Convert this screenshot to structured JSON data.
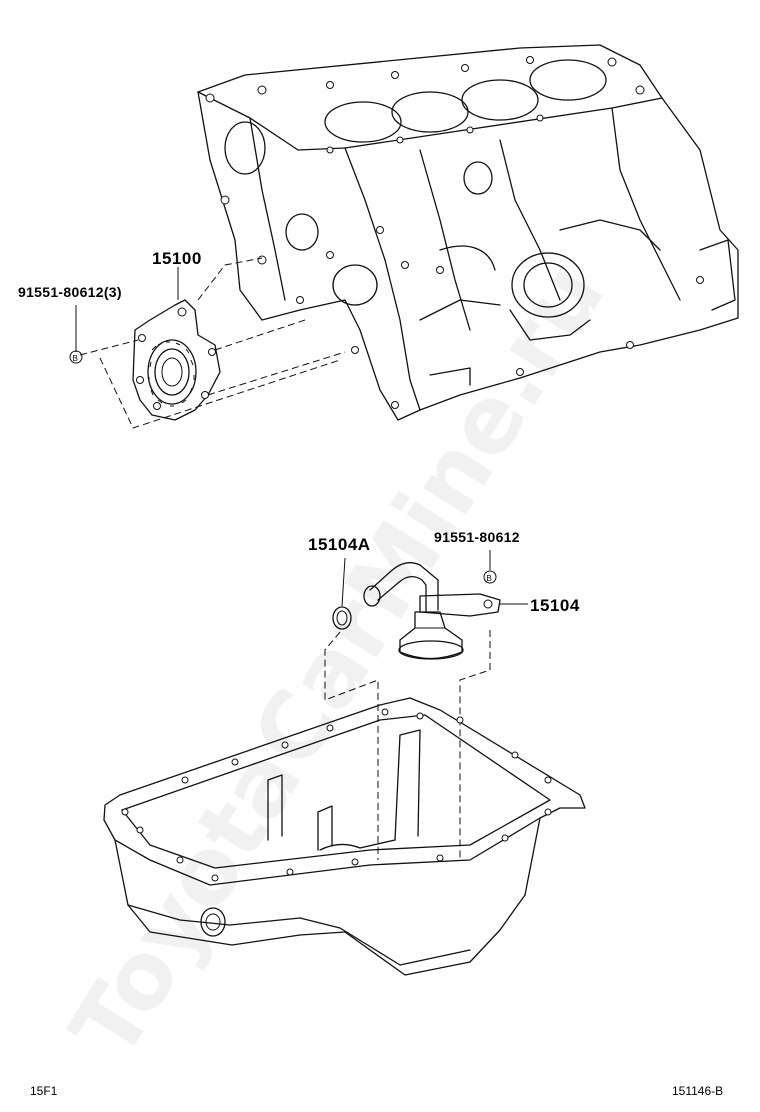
{
  "parts": {
    "oil_pump": "15100",
    "bolt_upper": "91551-80612(3)",
    "gasket": "15104A",
    "bolt_lower": "91551-80612",
    "strainer": "15104"
  },
  "markers": {
    "upper": "B",
    "lower": "B"
  },
  "footer": {
    "left_code": "15F1",
    "right_code": "151146-B"
  },
  "watermark": "ToyotaCarMine.ru",
  "colors": {
    "line": "#111111",
    "background": "#ffffff"
  }
}
